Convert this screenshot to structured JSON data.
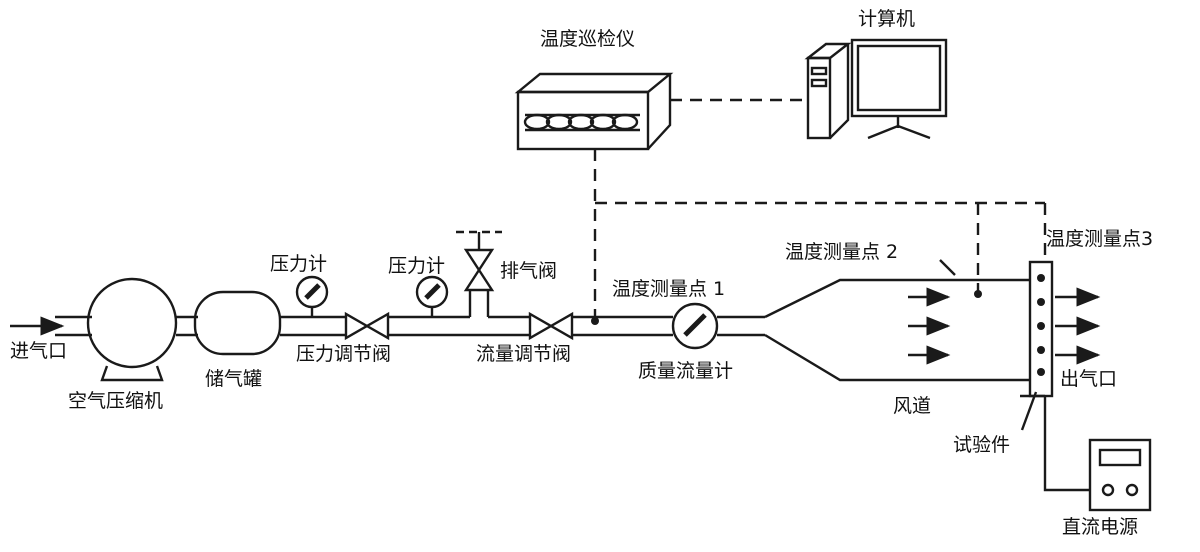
{
  "labels": {
    "temp_inspector": "温度巡检仪",
    "computer": "计算机",
    "pressure_gauge_1": "压力计",
    "pressure_gauge_2": "压力计",
    "exhaust_valve": "排气阀",
    "temp_point_1": "温度测量点 1",
    "temp_point_2": "温度测量点 2",
    "temp_point_3": "温度测量点3",
    "air_inlet": "进气口",
    "compressor": "空气压缩机",
    "gas_tank": "储气罐",
    "pressure_regulator": "压力调节阀",
    "flow_regulator": "流量调节阀",
    "mass_flow_meter": "质量流量计",
    "air_duct": "风道",
    "air_outlet": "出气口",
    "test_piece": "试验件",
    "dc_power": "直流电源"
  },
  "colors": {
    "line": "#1a1a1a",
    "background": "#ffffff"
  }
}
